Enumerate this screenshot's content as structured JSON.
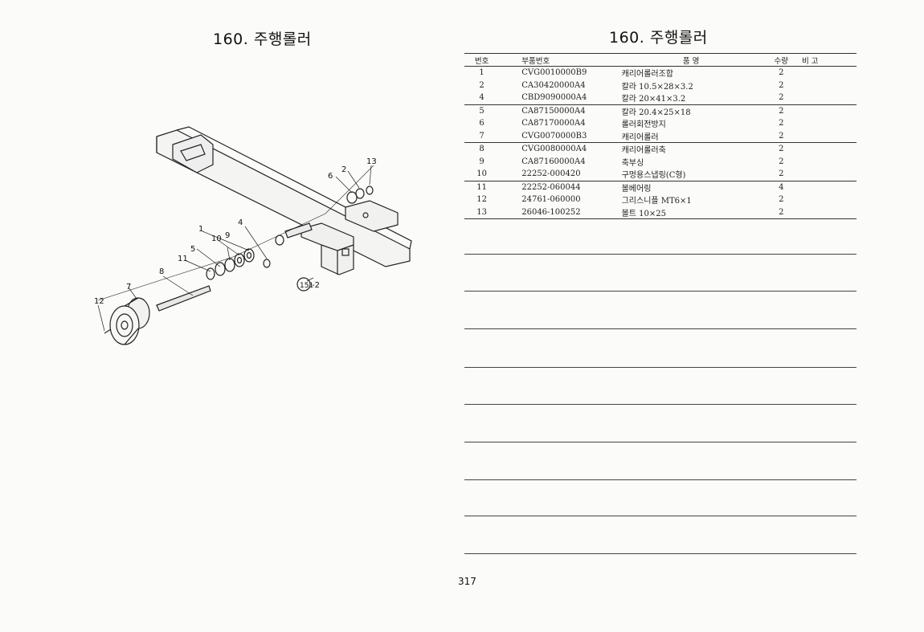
{
  "left_page": {
    "title": "160. 주행롤러",
    "diagram": {
      "callouts": [
        "13",
        "2",
        "6",
        "4",
        "1",
        "10",
        "9",
        "5",
        "11",
        "8",
        "7",
        "12"
      ],
      "ref_circle": "151",
      "ref_suffix": "-2"
    }
  },
  "right_page": {
    "title": "160. 주행롤러",
    "headers": [
      "번호",
      "부품번호",
      "품 명",
      "수량",
      "비 고"
    ],
    "rows": [
      {
        "no": "1",
        "part": "CVG0010000B9",
        "name": "캐리어롤러조합",
        "qty": "2",
        "remark": ""
      },
      {
        "no": "2",
        "part": "CA30420000A4",
        "name": "칼라 10.5×28×3.2",
        "qty": "2",
        "remark": ""
      },
      {
        "no": "4",
        "part": "CBD9090000A4",
        "name": "칼라 20×41×3.2",
        "qty": "2",
        "remark": ""
      },
      {
        "no": "5",
        "part": "CA87150000A4",
        "name": "칼라 20.4×25×18",
        "qty": "2",
        "remark": ""
      },
      {
        "no": "6",
        "part": "CA87170000A4",
        "name": "롤러회전방지",
        "qty": "2",
        "remark": ""
      },
      {
        "no": "7",
        "part": "CVG0070000B3",
        "name": "캐리어롤러",
        "qty": "2",
        "remark": ""
      },
      {
        "no": "8",
        "part": "CVG0080000A4",
        "name": "캐리어롤러축",
        "qty": "2",
        "remark": ""
      },
      {
        "no": "9",
        "part": "CA87160000A4",
        "name": "축부싱",
        "qty": "2",
        "remark": ""
      },
      {
        "no": "10",
        "part": "22252-000420",
        "name": "구멍용스냅링(C형)",
        "qty": "2",
        "remark": ""
      },
      {
        "no": "11",
        "part": "22252-060044",
        "name": "볼베어링",
        "qty": "4",
        "remark": ""
      },
      {
        "no": "12",
        "part": "24761-060000",
        "name": "그리스니플 MT6×1",
        "qty": "2",
        "remark": ""
      },
      {
        "no": "13",
        "part": "26046-100252",
        "name": "볼트 10×25",
        "qty": "2",
        "remark": ""
      }
    ],
    "page_number": "317"
  }
}
